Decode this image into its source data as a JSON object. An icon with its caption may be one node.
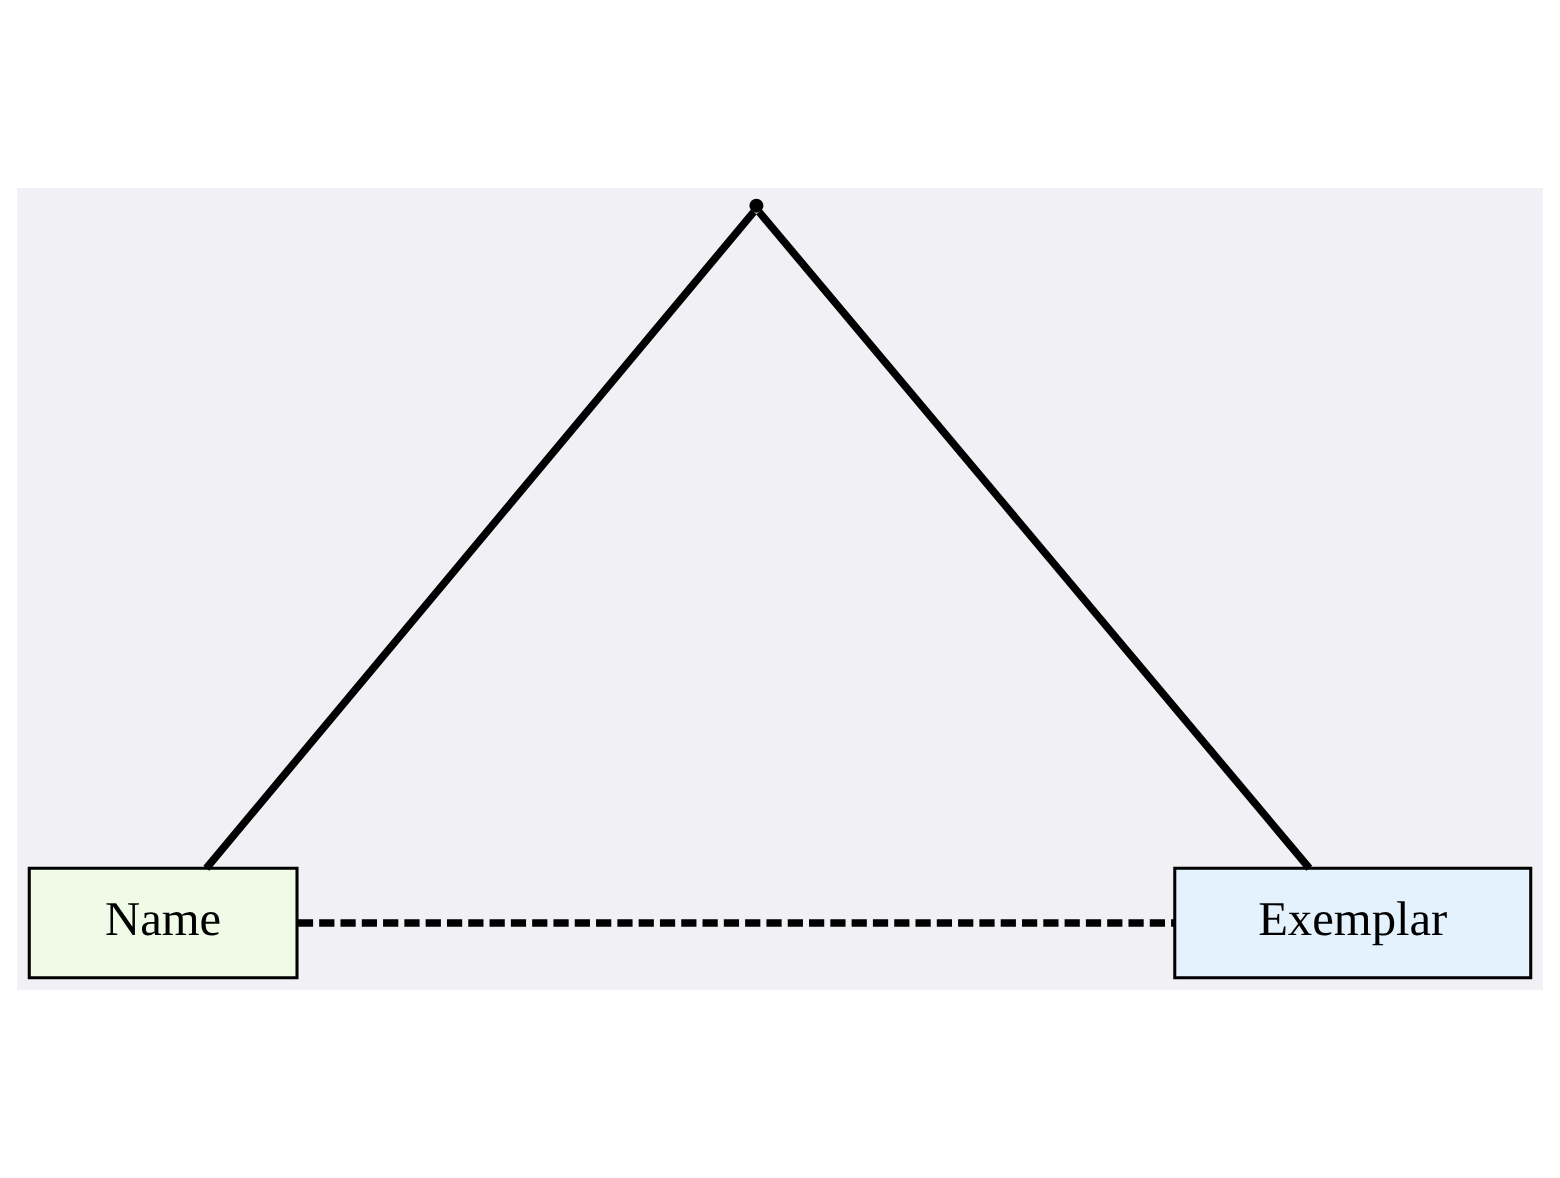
{
  "diagram": {
    "nodes": [
      {
        "text": [],
        "shape": "point"
      },
      {
        "text": [
          "Name"
        ]
      },
      {
        "text": [
          "Exemplar"
        ]
      }
    ],
    "edges": [
      {
        "from": 0,
        "to": 1,
        "arrow": "none"
      },
      {
        "from": 0,
        "to": 2,
        "arrow": "none"
      },
      {
        "from": 1,
        "to": 2,
        "arrow": "none",
        "style": "dashed"
      }
    ]
  }
}
